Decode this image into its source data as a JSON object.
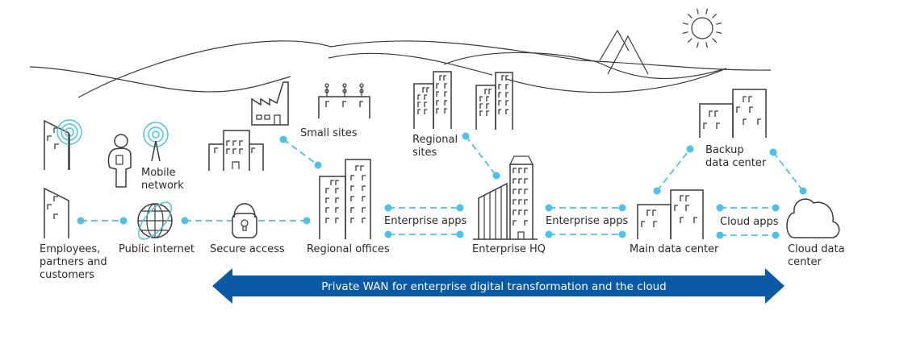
{
  "diagram": {
    "title": "Private WAN for enterprise digital transformation and the cloud",
    "colors": {
      "line": "#3a3a3a",
      "connector": "#4ec1e8",
      "banner": "#0a5aa5",
      "text": "#2b2b2b"
    },
    "nodes": {
      "employees": {
        "label_lines": [
          "Employees,",
          "partners and",
          "customers"
        ],
        "icon": "office-building-icon"
      },
      "mobile": {
        "label_lines": [
          "Mobile",
          "network"
        ],
        "icon": "cell-tower-icon"
      },
      "public_internet": {
        "label_lines": [
          "Public internet"
        ],
        "icon": "globe-icon"
      },
      "secure_access": {
        "label_lines": [
          "Secure access"
        ],
        "icon": "padlock-icon"
      },
      "small_sites": {
        "label_lines": [
          "Small sites"
        ],
        "icon": "factory-icon"
      },
      "regional_offices": {
        "label_lines": [
          "Regional offices"
        ],
        "icon": "office-towers-icon"
      },
      "regional_sites": {
        "label_lines": [
          "Regional",
          "sites"
        ],
        "icon": "office-towers-icon"
      },
      "enterprise_hq": {
        "label_lines": [
          "Enterprise HQ"
        ],
        "icon": "skyscraper-icon"
      },
      "main_data_center": {
        "label_lines": [
          "Main data center"
        ],
        "icon": "data-center-building-icon"
      },
      "backup_data_center": {
        "label_lines": [
          "Backup",
          "data center"
        ],
        "icon": "data-center-building-icon"
      },
      "cloud_data_center": {
        "label_lines": [
          "Cloud data",
          "center"
        ],
        "icon": "cloud-icon"
      }
    },
    "links": {
      "offices_hq": "Enterprise apps",
      "hq_main_dc": "Enterprise apps",
      "main_dc_cloud": "Cloud apps"
    },
    "scenery": [
      "hills",
      "mountains",
      "sun-icon"
    ]
  }
}
